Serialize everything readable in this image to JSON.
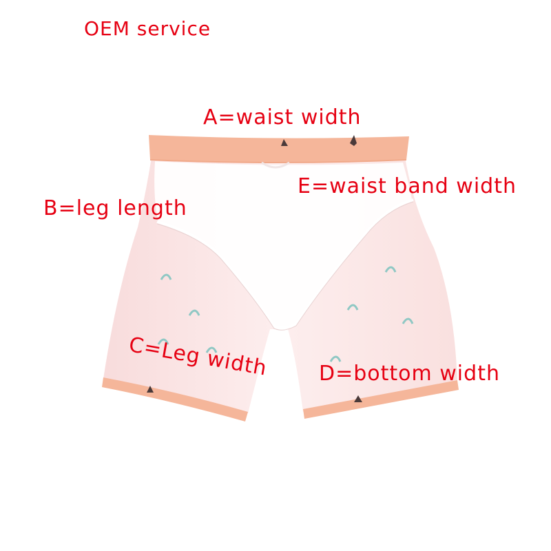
{
  "colors": {
    "label_text": "#e60012",
    "band": "#f5b69a",
    "fabric": "#fbe6e6",
    "fabric_light": "#fdf1f1",
    "overlay": "#ffffff",
    "print_dark": "#4a3a3a",
    "print_teal": "#8fc8c4"
  },
  "title": "OEM service",
  "labels": {
    "a": "A=waist width",
    "b": "B=leg length",
    "c": "C=Leg width",
    "d": "D=bottom width",
    "e": "E=waist band width"
  }
}
